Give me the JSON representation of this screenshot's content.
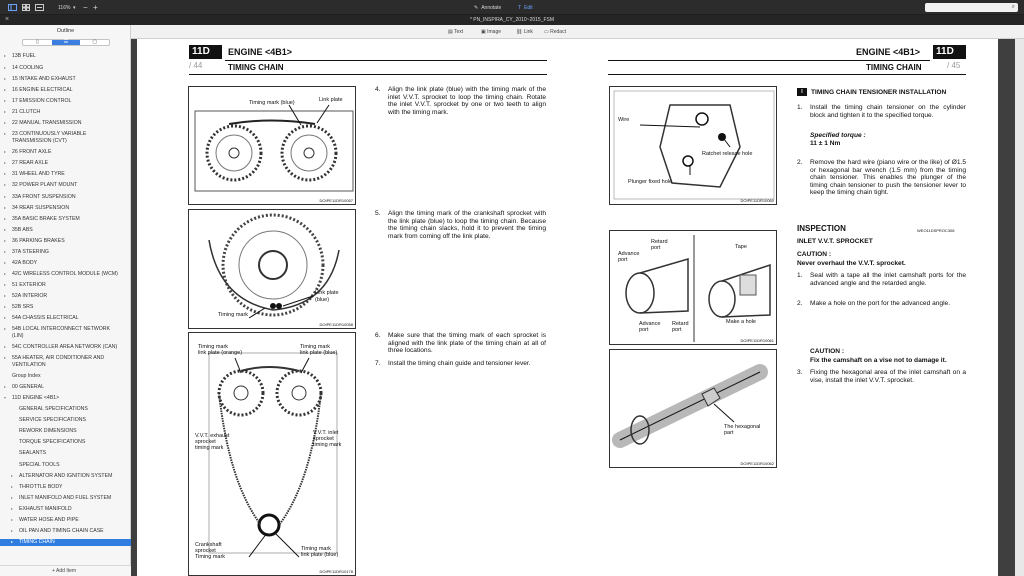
{
  "toolbar": {
    "zoom": "116%",
    "annotate": "Annotate",
    "edit": "Edit"
  },
  "document": {
    "title": "* PN_INSPIRA_CY_2010~2015_FSM"
  },
  "sidebar": {
    "header": "Outline",
    "add_item": "+ Add Item",
    "items": [
      {
        "label": "13B FUEL"
      },
      {
        "label": "14 COOLING"
      },
      {
        "label": "15 INTAKE AND EXHAUST"
      },
      {
        "label": "16 ENGINE ELECTRICAL"
      },
      {
        "label": "17 EMISSION CONTROL"
      },
      {
        "label": "21 CLUTCH"
      },
      {
        "label": "22 MANUAL TRANSMISSION"
      },
      {
        "label": "23 CONTINUOUSLY VARIABLE"
      },
      {
        "label": "TRANSMISSION (CVT)"
      },
      {
        "label": "26 FRONT AXLE"
      },
      {
        "label": "27 REAR AXLE"
      },
      {
        "label": "31 WHEEL AND TYRE"
      },
      {
        "label": "32 POWER PLANT MOUNT"
      },
      {
        "label": "33A FRONT SUSPENSION"
      },
      {
        "label": "34 REAR SUSPENSION"
      },
      {
        "label": "35A BASIC BRAKE SYSTEM"
      },
      {
        "label": "35B ABS"
      },
      {
        "label": "36 PARKING BRAKES"
      },
      {
        "label": "37A STEERING"
      },
      {
        "label": "42A BODY"
      },
      {
        "label": "42C WIRELESS CONTROL MODULE (WCM)"
      },
      {
        "label": "51 EXTERIOR"
      },
      {
        "label": "52A INTERIOR"
      },
      {
        "label": "52B SRS"
      },
      {
        "label": "54A CHASSIS ELECTRICAL"
      },
      {
        "label": "54B LOCAL INTERCONNECT NETWORK"
      },
      {
        "label": "(LIN)"
      },
      {
        "label": "54C CONTROLLER AREA NETWORK (CAN)"
      },
      {
        "label": "55A HEATER, AIR CONDITIONER AND"
      },
      {
        "label": "VENTILATION"
      },
      {
        "label": "Group Index"
      },
      {
        "label": "00 GENERAL"
      },
      {
        "label": "11D ENGINE <4B1>"
      },
      {
        "label": "GENERAL SPECIFICATIONS"
      },
      {
        "label": "SERVICE SPECIFICATIONS"
      },
      {
        "label": "REWORK DIMENSIONS"
      },
      {
        "label": "TORQUE SPECIFICATIONS"
      },
      {
        "label": "SEALANTS"
      },
      {
        "label": "SPECIAL TOOLS"
      },
      {
        "label": "ALTERNATOR AND IGNITION SYSTEM"
      },
      {
        "label": "THROTTLE BODY"
      },
      {
        "label": "INLET MANIFOLD AND FUEL SYSTEM"
      },
      {
        "label": "EXHAUST MANIFOLD"
      },
      {
        "label": "WATER HOSE AND PIPE"
      },
      {
        "label": "OIL PAN AND TIMING CHAIN CASE"
      },
      {
        "label": "TIMING CHAIN"
      }
    ]
  },
  "editbar": {
    "text": "Text",
    "image": "Image",
    "link": "Link",
    "redact": "Redact"
  },
  "left_page": {
    "section": "11D",
    "page_no": "/ 44",
    "engine": "ENGINE <4B1>",
    "title": "TIMING CHAIN",
    "fig1": {
      "code": "DOIPE11DR10057",
      "l1": "Timing mark (blue)",
      "l2": "Link plate"
    },
    "fig2": {
      "code": "DOIPE11DR10058",
      "l1": "Link plate",
      "l2": "(blue)",
      "l3": "Timing mark"
    },
    "fig3": {
      "code": "DOIPE11DR10178",
      "l1": "Timing mark",
      "l2": "link plate (orange)",
      "l3": "Timing mark",
      "l4": "link plate (blue)",
      "l5": "V.V.T. exhaust",
      "l6": "sprocket",
      "l7": "timing mark",
      "l8": "V.V.T. inlet",
      "l9": "sprocket",
      "l10": "timing mark",
      "l11": "Crankshaft",
      "l12": "sprocket",
      "l13": "Timing mark",
      "l14": "Timing mark",
      "l15": "link plate (blue)"
    },
    "step4_num": "4.",
    "step4": "Align the link plate (blue) with the timing mark of the inlet V.V.T. sprocket to loop the timing chain. Rotate the inlet V.V.T. sprocket by one or two teeth to align with the timing mark.",
    "step5_num": "5.",
    "step5": "Align the timing mark of the crankshaft sprocket with the link plate (blue) to loop the timing chain. Because the timing chain slacks, hold it to prevent the timing mark from coming off the link plate.",
    "step6_num": "6.",
    "step6": "Make sure that the timing mark of each sprocket is aligned with the link plate of the timing chain at all of three locations.",
    "step7_num": "7.",
    "step7": "Install the timing chain guide and tensioner lever."
  },
  "right_page": {
    "section": "11D",
    "page_no": "/ 45",
    "engine": "ENGINE <4B1>",
    "title": "TIMING CHAIN",
    "mark": "I",
    "inst_title": "TIMING CHAIN TENSIONER INSTALLATION",
    "s1_num": "1.",
    "s1": "Install the timing chain tensioner on the cylinder block and tighten it to the specified torque.",
    "torque_label": "Specified torque :",
    "torque_value": "11 ± 1 Nm",
    "s2_num": "2.",
    "s2": "Remove the hard wire (piano wire or the like) of Ø1.5 or hexagonal bar wrench (1.5 mm) from the timing chain tensioner. This enables the plunger of the timing chain tensioner to push the tensioner lever to keep the timing chain tight.",
    "inspection": "INSPECTION",
    "insp_code": "WEO11DSPROC308",
    "inlet_title": "INLET V.V.T. SPROCKET",
    "caution1": "CAUTION :",
    "caution1_text": "Never overhaul the V.V.T. sprocket.",
    "i1_num": "1.",
    "i1": "Seal with a tape all the inlet camshaft ports for the advanced angle and the retarded angle.",
    "i2_num": "2.",
    "i2": "Make a hole on the port for the advanced angle.",
    "caution2": "CAUTION :",
    "caution2_text": "Fix the camshaft on a vise not to damage it.",
    "i3_num": "3.",
    "i3": "Fixing the hexagonal area of the inlet camshaft on a vise, install the inlet V.V.T. sprocket.",
    "fig4": {
      "code": "DOIPE11DR10060",
      "l1": "Wire",
      "l2": "Ratchet release hole",
      "l3": "Plunger fixed hole"
    },
    "fig5": {
      "code": "DOIPE11DR10061",
      "l1": "Retard",
      "l2": "port",
      "l3": "Advance",
      "l4": "port",
      "l5": "Tape",
      "l6": "Advance",
      "l7": "port",
      "l8": "Retard",
      "l9": "port",
      "l10": "Make a hole"
    },
    "fig6": {
      "code": "DOIPE11DR10062",
      "l1": "The hexagonal",
      "l2": "part"
    }
  }
}
